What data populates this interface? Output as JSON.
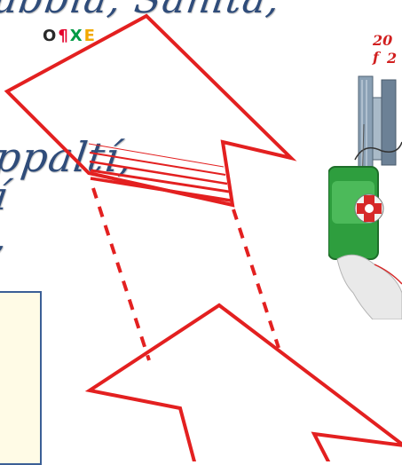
{
  "slide": {
    "top_fragment": "ubbia, Sanità,",
    "middle_line1": "ppaltí,",
    "middle_line2": "í",
    "middle_line3": ","
  },
  "expo_logo": {
    "glyphs": [
      "O",
      "¶",
      "X",
      "E"
    ],
    "colors": [
      "#2a2a2a",
      "#e3002b",
      "#009a44",
      "#f2a900"
    ]
  },
  "emblem": {
    "year_top": "20 f",
    "year_bottom": "2"
  },
  "colors": {
    "arrow_stroke": "#e32020",
    "text": "#2f4c7a",
    "box_fill": "#fffbe6",
    "box_border": "#3b5f96",
    "green_tile": "#2e9e3e"
  }
}
